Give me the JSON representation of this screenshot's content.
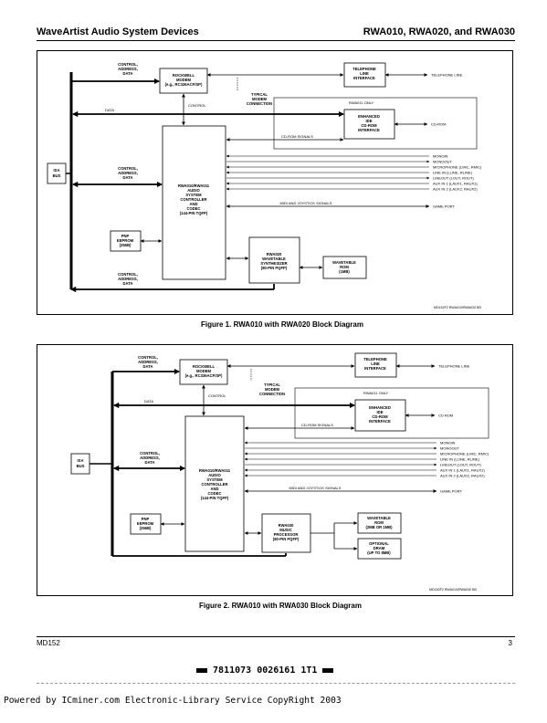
{
  "header": {
    "left": "WaveArtist Audio System Devices",
    "right": "RWA010, RWA020, and RWA030"
  },
  "fig1": {
    "caption": "Figure 1. RWA010 with RWA020 Block Diagram",
    "code": "MD152F2 RWA010/RWA020 BD",
    "ctrl_top": [
      "CONTROL,",
      "ADDRESS,",
      "DATA"
    ],
    "modem": [
      "ROCKWELL",
      "MODEM",
      "(e.g., RC336ACF/SP)"
    ],
    "tel": [
      "TELEPHONE",
      "LINE",
      "INTERFACE"
    ],
    "tel_line": "TELEPHONE LINE",
    "typical": [
      "TYPICAL",
      "MODEM",
      "CONNECTION"
    ],
    "control": "CONTROL",
    "rwa011_only": "RWA011 ONLY",
    "data": "DATA",
    "ide": [
      "ENHANCED",
      "IDE",
      "CD-ROM",
      "INTERFACE"
    ],
    "cdrom": "CD-ROM",
    "cdrom_signals": "CD-ROM SIGNALS",
    "isa": [
      "ISA",
      "BUS"
    ],
    "ctrl_mid": [
      "CONTROL,",
      "ADDRESS,",
      "DATA"
    ],
    "main": [
      "RWA010/RWA011",
      "AUDIO",
      "SYSTEM",
      "CONTROLLER",
      "AND",
      "CODEC",
      "(144-PIN TQFP)"
    ],
    "signals": [
      "MONOIN",
      "MONOOUT",
      "MICROPHONE (LMIC, RMIC)",
      "LINE IN (LLINE, RLINE)",
      "LINEOUT (LOUT, ROUT)",
      "AUX IN 1 (LAUX1, RAUX1)",
      "AUX IN 2 (LAUX2, RAUX2)"
    ],
    "midi": "MIDI AND JOYSTICK SIGNALS",
    "game": "GAME PORT",
    "pnp": [
      "PNP",
      "EEPROM",
      "(256B)"
    ],
    "synth": [
      "RWA020",
      "WAVETABLE",
      "SYNTHESIZER",
      "(80-PIN PQFP)"
    ],
    "rom": [
      "WAVETABLE",
      "ROM",
      "(1MB)"
    ],
    "ctrl_bot": [
      "CONTROL,",
      "ADDRESS,",
      "DATA"
    ]
  },
  "fig2": {
    "caption": "Figure 2. RWA010 with RWA030 Block Diagram",
    "code": "MD152F2 RWA010/RWA030 BD",
    "ctrl_top": [
      "CONTROL,",
      "ADDRESS,",
      "DATA"
    ],
    "modem": [
      "ROCKWELL",
      "MODEM",
      "(e.g., RC336ACF/SP)"
    ],
    "tel": [
      "TELEPHONE",
      "LINE",
      "INTERFACE"
    ],
    "tel_line": "TELEPHONE LINE",
    "typical": [
      "TYPICAL",
      "MODEM",
      "CONNECTION"
    ],
    "control": "CONTROL",
    "rwa011_only": "RWA011 ONLY",
    "data": "DATA",
    "ide": [
      "ENHANCED",
      "IDE",
      "CD-ROM",
      "INTERFACE"
    ],
    "cdrom": "CD ROM",
    "cdrom_signals": "CD-ROM SIGNALS",
    "isa": [
      "ISA",
      "BUS"
    ],
    "ctrl_mid": [
      "CONTROL,",
      "ADDRESS,",
      "DATA"
    ],
    "main": [
      "RWA010/RWA011",
      "AUDIO",
      "SYSTEM",
      "CONTROLLER",
      "AND",
      "CODEC",
      "(144-PIN TQFP)"
    ],
    "signals": [
      "MONOIN",
      "MONOOUT",
      "MICROPHONE (LMIC, RMIC)",
      "LINE IN (LLINE, RLINE)",
      "LINEOUT (LOUT, ROUT)",
      "AUX IN 1 (LAUX1, RAUX1)",
      "AUX IN 2 (LAUX2, RAUX2)"
    ],
    "midi": "MIDI AND JOYSTICK SIGNALS",
    "game": "GAME PORT",
    "pnp": [
      "PNP",
      "EEPROM",
      "(256B)"
    ],
    "proc": [
      "RWA030",
      "MUSIC",
      "PROCESSOR",
      "(80-PIN PQFP)"
    ],
    "rom": [
      "WAVETABLE",
      "ROM",
      "(2MB OR 1MB)"
    ],
    "dram": [
      "OPTIONAL",
      "DRAM",
      "(UP TO 8MB)"
    ]
  },
  "footer": {
    "left": "MD152",
    "right": "3"
  },
  "barcode_text": "7811073 0026161 1T1",
  "powered": "Powered by ICminer.com Electronic-Library Service CopyRight 2003"
}
